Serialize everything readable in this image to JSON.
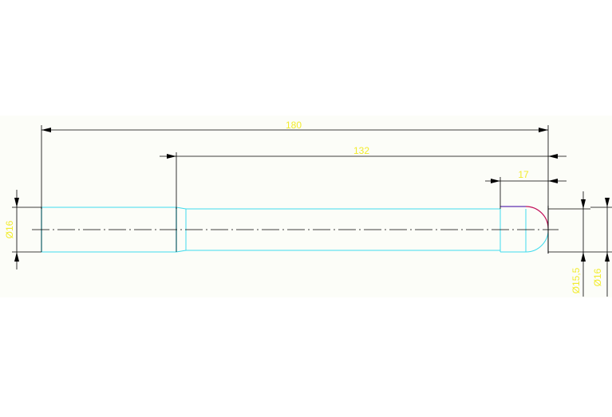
{
  "drawing": {
    "colors": {
      "background": "#ffffff",
      "drawing_area": "#fcfdf8",
      "dimension_line": "#000000",
      "dimension_text": "#f2ec2c",
      "part_outline": "#3fdcee",
      "part_edge_dark": "#0f5d66",
      "centerline": "#000000",
      "fillet_arc": "#c2105a",
      "end_face": "#6030b0"
    },
    "dimensions": {
      "overall_length": "180",
      "partial_length": "132",
      "end_length": "17",
      "diameter_left": "Ø16",
      "diameter_right_small": "Ø15,5",
      "diameter_right_large": "Ø16"
    }
  }
}
